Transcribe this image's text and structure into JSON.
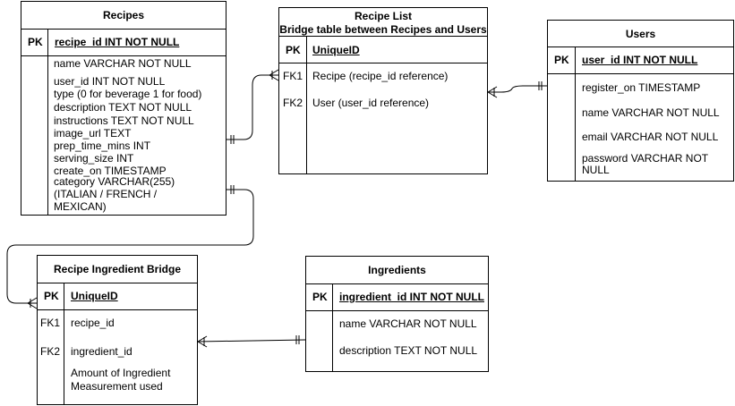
{
  "recipes": {
    "title": "Recipes",
    "pk": "PK",
    "pk_field": "recipe_id INT NOT NULL",
    "attrs": [
      "name VARCHAR NOT NULL",
      "user_id INT NOT NULL",
      "type (0 for beverage 1 for food)",
      "description TEXT NOT NULL",
      "instructions TEXT NOT NULL",
      "image_url TEXT",
      "prep_time_mins INT",
      "serving_size INT",
      "create_on TIMESTAMP",
      "category VARCHAR(255)",
      "(ITALIAN / FRENCH /",
      "MEXICAN)"
    ]
  },
  "recipe_list": {
    "title": "Recipe List",
    "subtitle": "Bridge table between Recipes and Users",
    "pk": "PK",
    "pk_field": "UniqueID",
    "fk1": "FK1",
    "fk1_field": "Recipe (recipe_id reference)",
    "fk2": "FK2",
    "fk2_field": "User (user_id reference)"
  },
  "users": {
    "title": "Users",
    "pk": "PK",
    "pk_field": "user_id INT NOT NULL",
    "attrs": [
      "register_on TIMESTAMP",
      "name VARCHAR NOT NULL",
      "email VARCHAR NOT NULL",
      "password VARCHAR NOT",
      "NULL"
    ]
  },
  "recipe_ingredient_bridge": {
    "title": "Recipe Ingredient Bridge",
    "pk": "PK",
    "pk_field": "UniqueID",
    "fk1": "FK1",
    "fk1_field": "recipe_id",
    "fk2": "FK2",
    "fk2_field": "ingredient_id",
    "extra": [
      "Amount of Ingredient",
      "Measurement used"
    ]
  },
  "ingredients": {
    "title": "Ingredients",
    "pk": "PK",
    "pk_field": "ingredient_id INT NOT NULL",
    "attrs": [
      "name VARCHAR NOT NULL",
      "description TEXT NOT NULL"
    ]
  }
}
